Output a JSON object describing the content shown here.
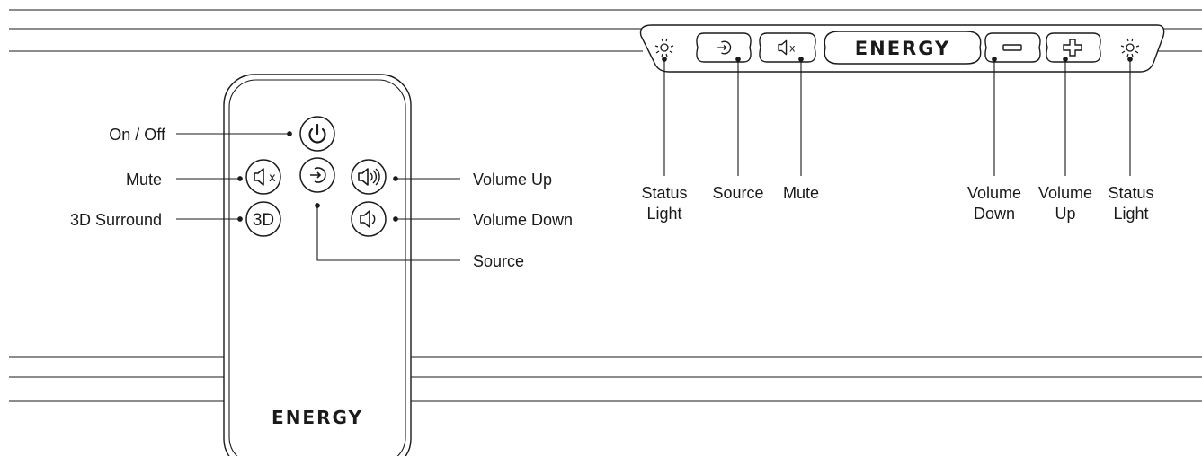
{
  "brand": "ENERGY",
  "remote": {
    "labels": {
      "on_off": "On / Off",
      "mute": "Mute",
      "surround_3d": "3D Surround",
      "volume_up": "Volume Up",
      "volume_down": "Volume Down",
      "source": "Source"
    },
    "buttons": {
      "surround_3d_text": "3D"
    }
  },
  "soundbar": {
    "labels": {
      "status_light_left": "Status\nLight",
      "source": "Source",
      "mute": "Mute",
      "volume_down": "Volume\nDown",
      "volume_up": "Volume\nUp",
      "status_light_right": "Status\nLight"
    }
  },
  "icons": [
    "power-icon",
    "mute-icon",
    "source-icon",
    "volume-up-icon",
    "volume-down-icon",
    "status-light-icon",
    "plus-icon",
    "minus-icon"
  ]
}
